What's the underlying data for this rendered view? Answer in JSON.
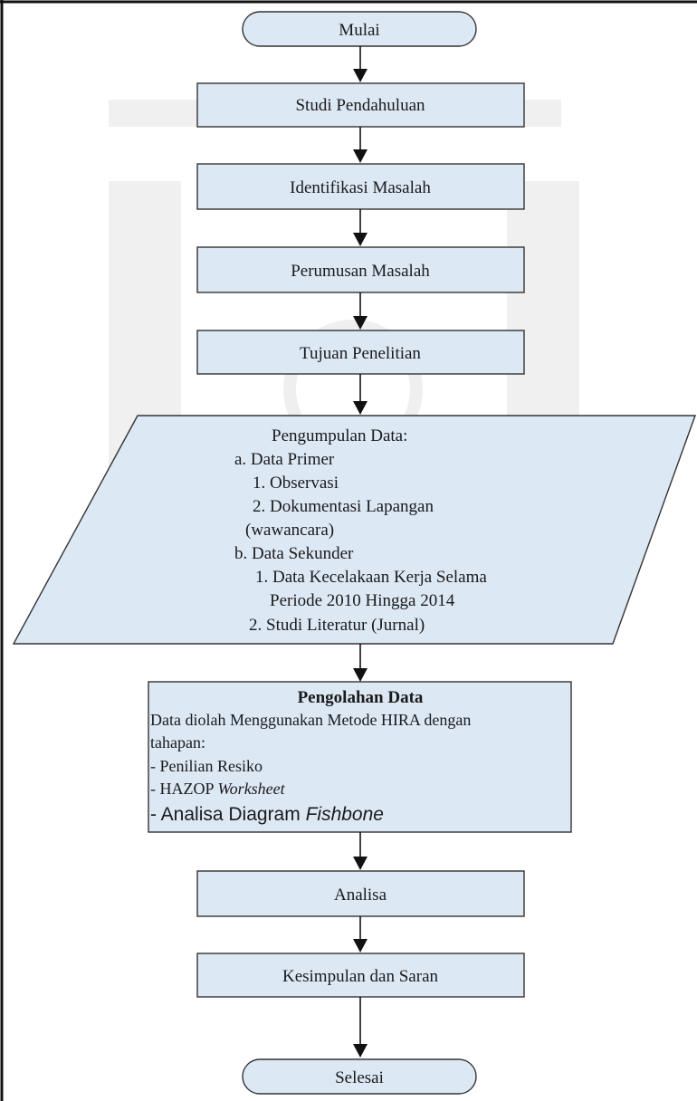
{
  "flowchart": {
    "start": "Mulai",
    "steps": [
      "Studi Pendahuluan",
      "Identifikasi Masalah",
      "Perumusan Masalah",
      "Tujuan Penelitian"
    ],
    "data_collection": {
      "title": "Pengumpulan Data:",
      "primary_heading": "a. Data Primer",
      "primary_items": [
        "1. Observasi",
        "2. Dokumentasi Lapangan",
        "(wawancara)"
      ],
      "secondary_heading": "b. Data Sekunder",
      "secondary_items": [
        "1. Data Kecelakaan Kerja Selama",
        "Periode 2010 Hingga 2014",
        "2. Studi Literatur (Jurnal)"
      ]
    },
    "processing": {
      "title": "Pengolahan Data",
      "description_line1": "Data diolah Menggunakan Metode HIRA dengan",
      "description_line2": "tahapan:",
      "item1": "- Penilian Resiko",
      "item2_prefix": "- HAZOP ",
      "item2_italic": "Worksheet",
      "item3_prefix": "- Analisa Diagram ",
      "item3_italic": "Fishbone"
    },
    "after_steps": [
      "Analisa",
      "Kesimpulan dan Saran"
    ],
    "end": "Selesai"
  },
  "colors": {
    "box_fill": "#dde8f5",
    "stroke": "#333333",
    "arrow": "#111111"
  }
}
